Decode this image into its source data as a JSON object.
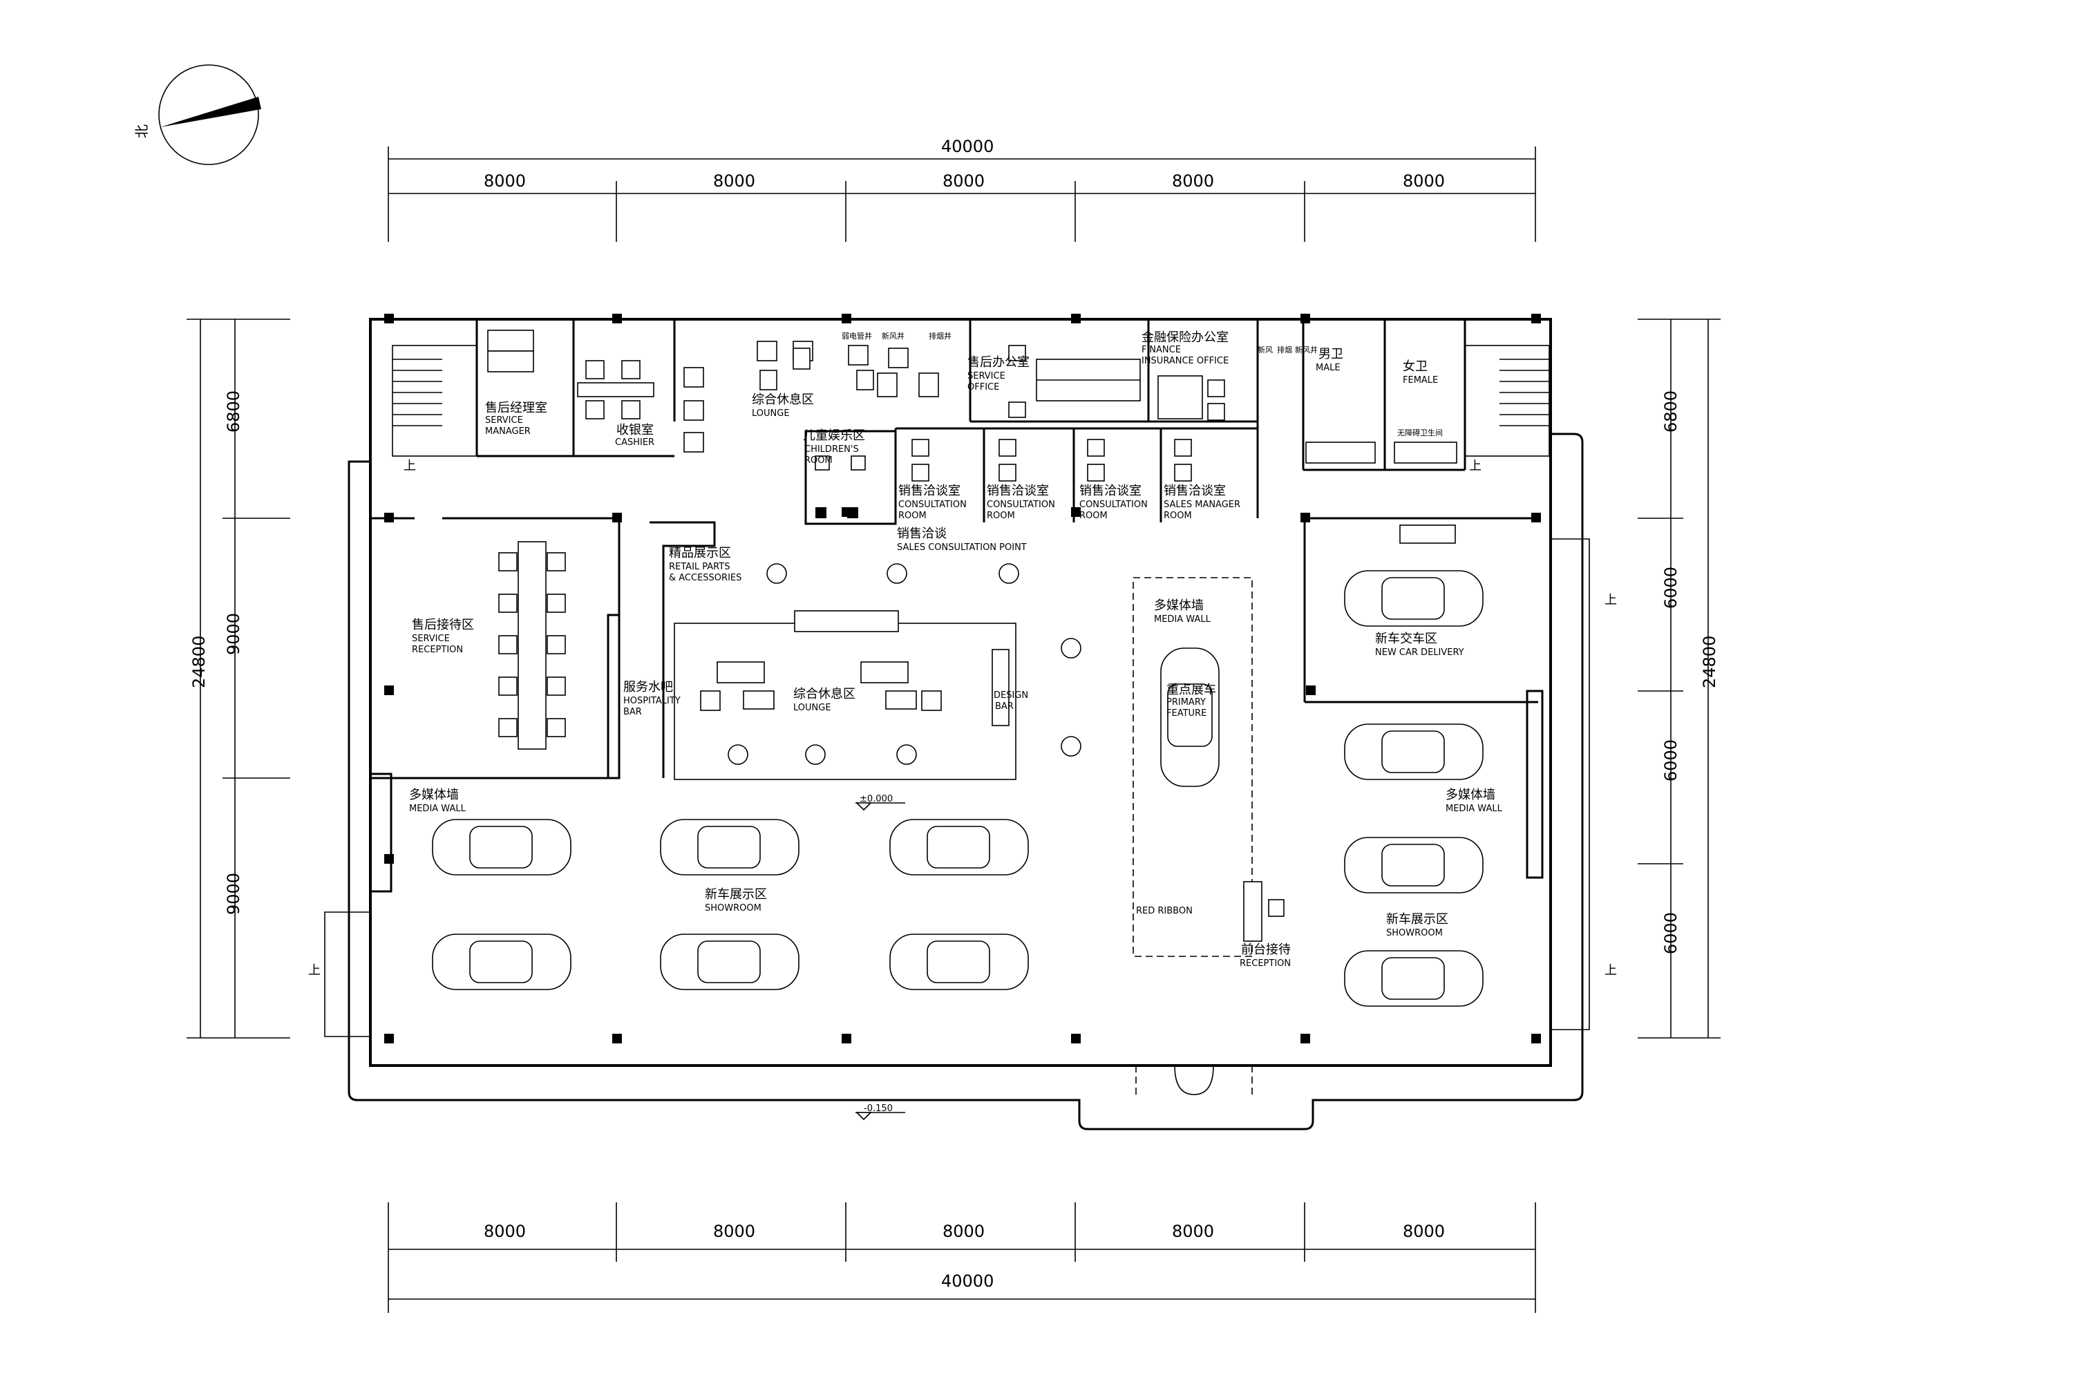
{
  "north_label": "北",
  "dimensions": {
    "overall_width": "40000",
    "bays": [
      "8000",
      "8000",
      "8000",
      "8000",
      "8000"
    ],
    "overall_depth": "24800",
    "left_segments": [
      "6800",
      "9000",
      "9000"
    ],
    "right_segments": [
      "6800",
      "6000",
      "6000",
      "6000"
    ]
  },
  "levels": {
    "floor": "±0.000",
    "exterior": "-0.150"
  },
  "up_marker": "上",
  "rooms": {
    "service_manager": {
      "cn": "售后经理室",
      "en1": "SERVICE",
      "en2": "MANAGER"
    },
    "cashier": {
      "cn": "收银室",
      "en1": "CASHIER"
    },
    "lounge_north": {
      "cn": "综合休息区",
      "en1": "LOUNGE"
    },
    "tags_north": [
      "弱电管井",
      "新风井",
      "排烟井"
    ],
    "service_office": {
      "cn": "售后办公室",
      "en1": "SERVICE",
      "en2": "OFFICE"
    },
    "finance": {
      "cn": "金融保险办公室",
      "en1": "FINANCE",
      "en2": "INSURANCE OFFICE"
    },
    "tags_east": [
      "新风",
      "排烟",
      "新风井"
    ],
    "male": {
      "cn": "男卫",
      "en1": "MALE"
    },
    "female": {
      "cn": "女卫",
      "en1": "FEMALE"
    },
    "accessible_wc": "无障碍卫生间",
    "children": {
      "cn": "儿童娱乐区",
      "en1": "CHILDREN'S",
      "en2": "ROOM"
    },
    "consultation_room": {
      "cn": "销售洽谈室",
      "en1": "CONSULTATION",
      "en2": "ROOM"
    },
    "sales_manager": {
      "cn": "销售洽谈室",
      "en1": "SALES MANAGER",
      "en2": "ROOM"
    },
    "retail": {
      "cn": "精品展示区",
      "en1": "RETAIL PARTS",
      "en2": "& ACCESSORIES"
    },
    "sales_point": {
      "cn": "销售洽谈",
      "en1": "SALES CONSULTATION POINT"
    },
    "service_reception": {
      "cn": "售后接待区",
      "en1": "SERVICE",
      "en2": "RECEPTION"
    },
    "hospitality": {
      "cn": "服务水吧",
      "en1": "HOSPITALITY",
      "en2": "BAR"
    },
    "lounge_center": {
      "cn": "综合休息区",
      "en1": "LOUNGE"
    },
    "design_bar": {
      "en1": "DESIGN",
      "en2": "BAR"
    },
    "media_wall_center": {
      "cn": "多媒体墙",
      "en1": "MEDIA WALL"
    },
    "primary_feature": {
      "cn": "重点展车",
      "en1": "PRIMARY",
      "en2": "FEATURE"
    },
    "red_ribbon": "RED RIBBON",
    "reception": {
      "cn": "前台接待",
      "en1": "RECEPTION"
    },
    "new_car_delivery": {
      "cn": "新车交车区",
      "en1": "NEW CAR DELIVERY"
    },
    "media_wall_west": {
      "cn": "多媒体墙",
      "en1": "MEDIA WALL"
    },
    "media_wall_east": {
      "cn": "多媒体墙",
      "en1": "MEDIA WALL"
    },
    "showroom_west": {
      "cn": "新车展示区",
      "en1": "SHOWROOM"
    },
    "showroom_east": {
      "cn": "新车展示区",
      "en1": "SHOWROOM"
    }
  }
}
